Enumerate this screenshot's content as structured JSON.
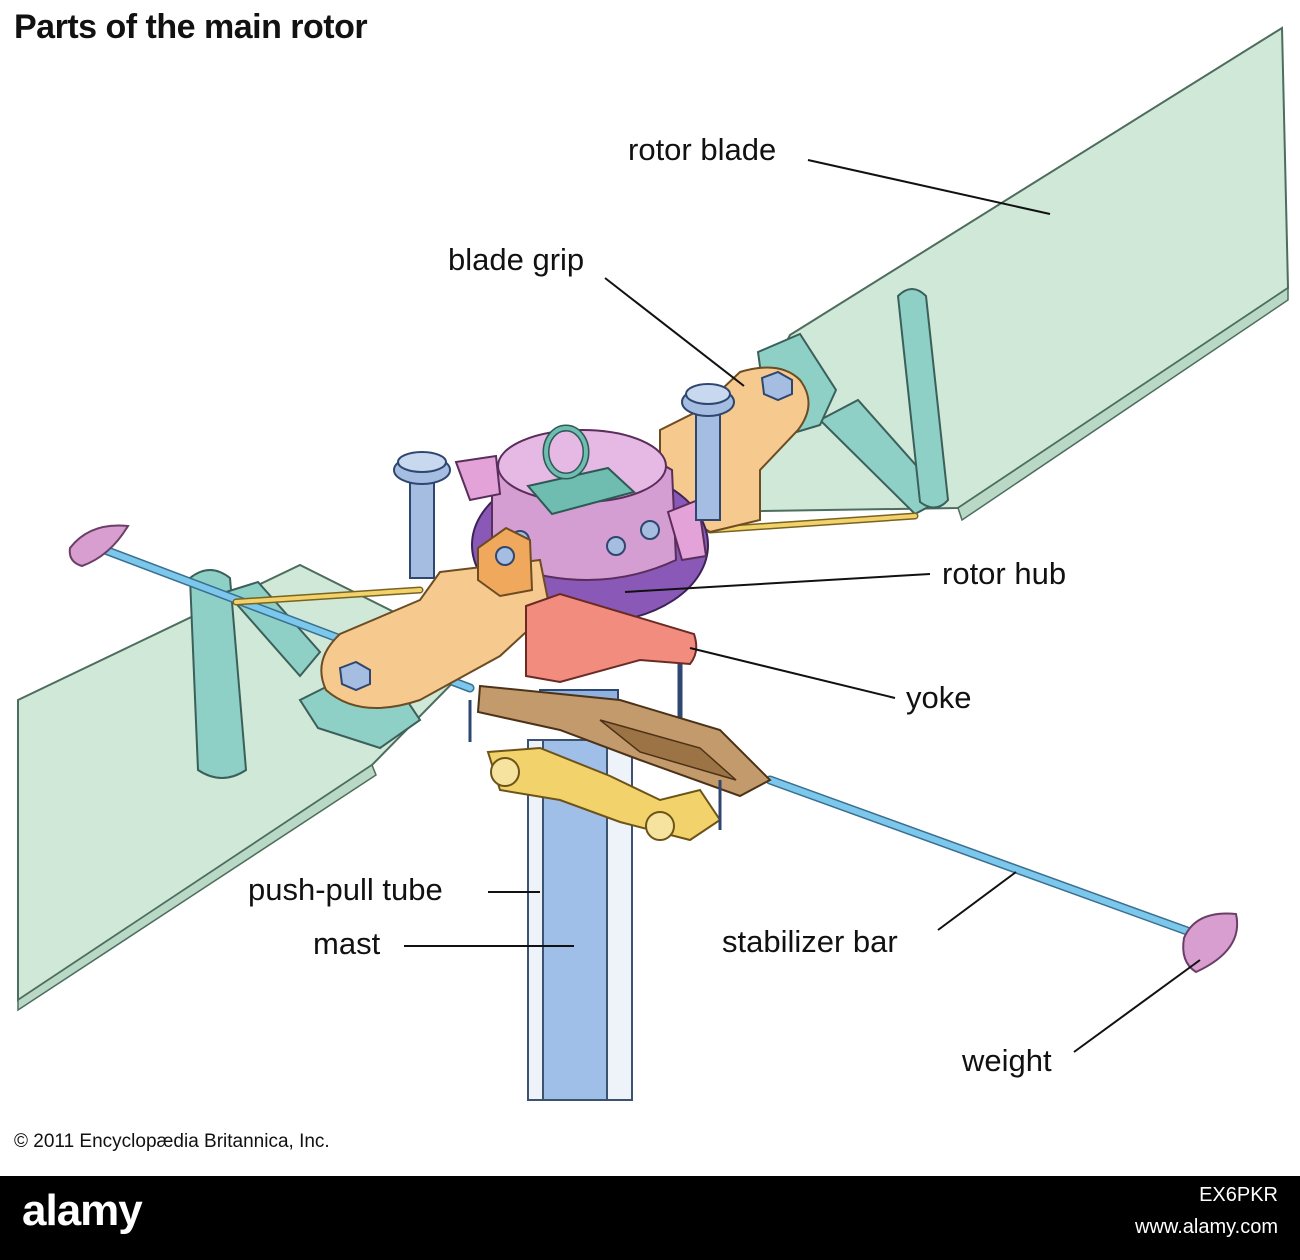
{
  "title": "Parts of the main rotor",
  "labels": {
    "rotor_blade": "rotor blade",
    "blade_grip": "blade grip",
    "rotor_hub": "rotor hub",
    "yoke": "yoke",
    "push_pull_tube": "push-pull tube",
    "mast": "mast",
    "stabilizer_bar": "stabilizer bar",
    "weight": "weight"
  },
  "copyright": "© 2011 Encyclopædia  Britannica, Inc.",
  "footer": {
    "brand": "alamy",
    "image_id": "EX6PKR",
    "url": "www.alamy.com"
  },
  "colors": {
    "blade": "#cfe8d8",
    "strap": "#8ecfc6",
    "grip": "#f6c98e",
    "hub": "#8a59b8",
    "hub_top": "#d59ed3",
    "yoke": "#f28c7f",
    "mast": "#9fbfe8",
    "stabilizer": "#7cc8ec",
    "weight": "#d99ed0",
    "cap": "#a4bde0"
  }
}
